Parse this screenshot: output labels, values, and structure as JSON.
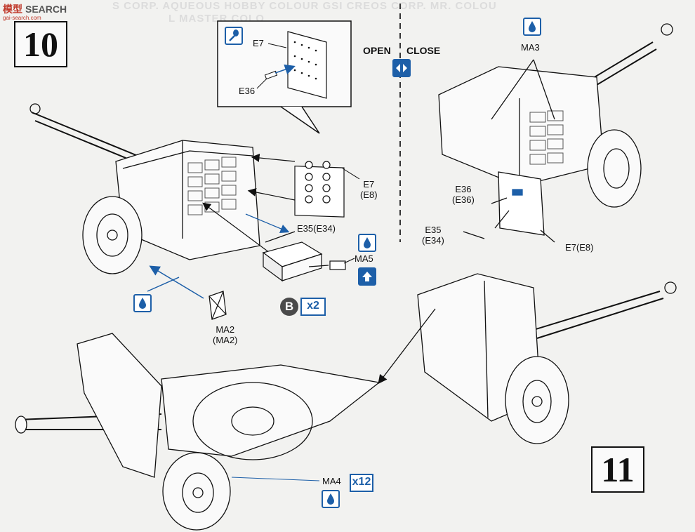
{
  "watermark": {
    "part1": "模型",
    "part2": "SEARCH",
    "small": "gai-search.com"
  },
  "background_text": {
    "line1": "S CORP. AQUEOUS HOBBY COLOUR  GSI CREOS CORP. MR. COLOU",
    "line2": "L MASTER COLO"
  },
  "steps": {
    "step10": "10",
    "step11": "11"
  },
  "toggle": {
    "open": "OPEN",
    "close": "CLOSE"
  },
  "labels": {
    "e7_inset": "E7",
    "e36_inset": "E36",
    "e7_e8_left": [
      "E7",
      "(E8)"
    ],
    "e35_e34_left": "E35(E34)",
    "ma5": "MA5",
    "ma2": [
      "MA2",
      "(MA2)"
    ],
    "ma3": "MA3",
    "e36_right": [
      "E36",
      "(E36)"
    ],
    "e35_right": [
      "E35",
      "(E34)"
    ],
    "e7_e8_right": "E7(E8)",
    "ma4": "MA4"
  },
  "quantities": {
    "b_letter": "B",
    "b_qty": "x2",
    "ma4_qty": "x12"
  },
  "icons": {
    "paint_brush": "paint-brush-icon",
    "paint_drop": "paint-drop-icon",
    "open_close": "open-close-icon",
    "up_arrow": "arrow-up-icon"
  },
  "colors": {
    "accent_blue": "#1d5fa8",
    "line_black": "#111111",
    "paper": "#f2f2f0"
  }
}
